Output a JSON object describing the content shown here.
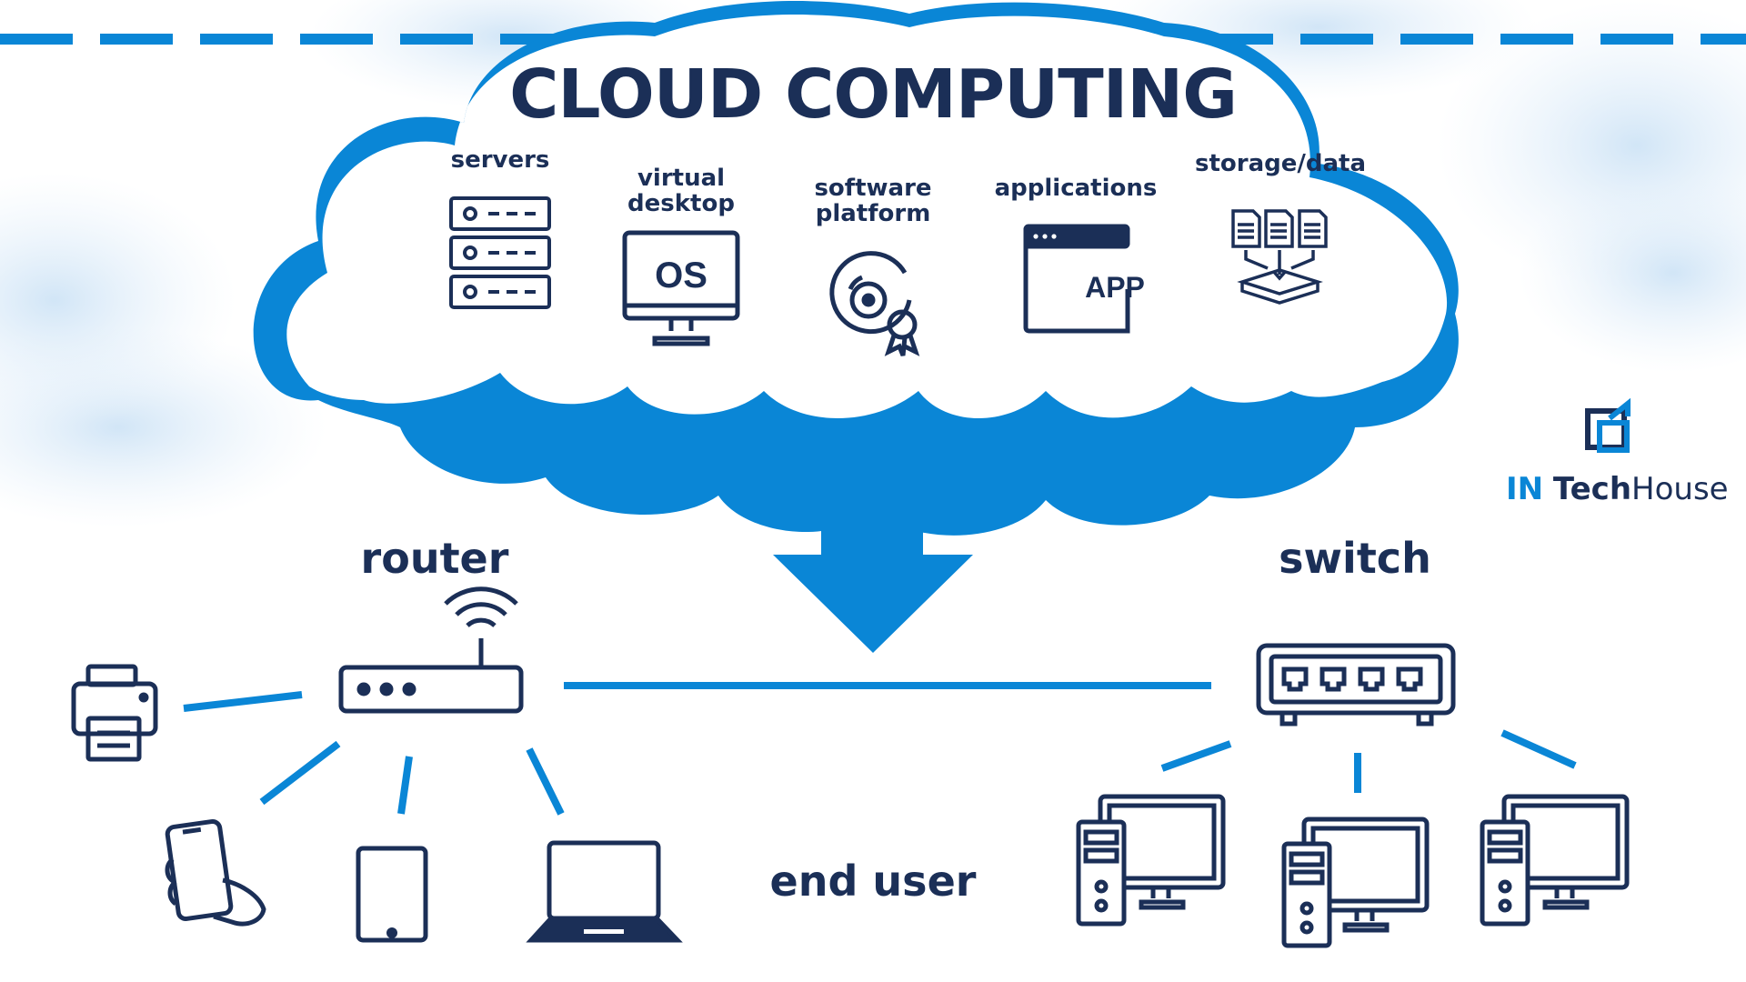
{
  "title": "CLOUD COMPUTING",
  "services": {
    "servers": "servers",
    "virtual_desktop_1": "virtual",
    "virtual_desktop_2": "desktop",
    "os_text": "OS",
    "software_platform_1": "software",
    "software_platform_2": "platform",
    "applications": "applications",
    "app_text": "APP",
    "storage": "storage/data"
  },
  "network": {
    "router": "router",
    "switch": "switch",
    "end_user": "end user"
  },
  "brand": {
    "in": "IN",
    "tech": "Tech",
    "house": "House"
  },
  "colors": {
    "accent": "#0a86d6",
    "navy": "#1b2f57",
    "cloud_bg": "#dcecf8"
  }
}
